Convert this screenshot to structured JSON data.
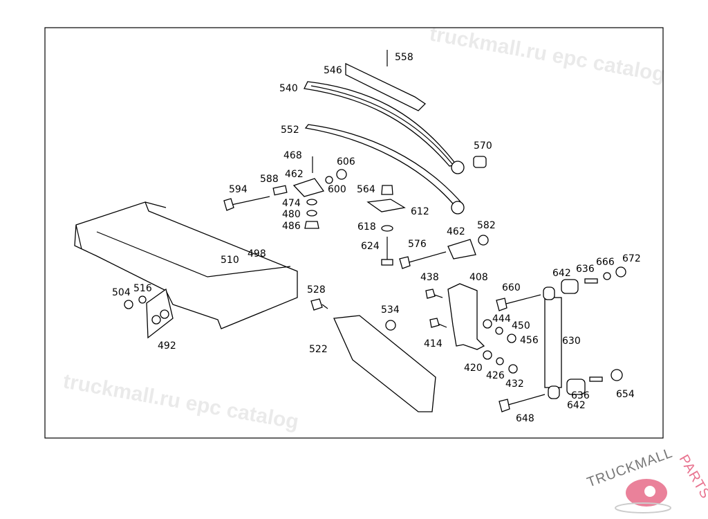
{
  "diagram": {
    "callouts": [
      "558",
      "546",
      "540",
      "552",
      "570",
      "468",
      "606",
      "462",
      "588",
      "594",
      "600",
      "564",
      "612",
      "474",
      "480",
      "486",
      "618",
      "462",
      "582",
      "624",
      "576",
      "510",
      "498",
      "642",
      "636",
      "666",
      "672",
      "438",
      "408",
      "660",
      "528",
      "504",
      "516",
      "534",
      "444",
      "450",
      "456",
      "630",
      "414",
      "492",
      "522",
      "420",
      "426",
      "432",
      "636",
      "654",
      "642",
      "648"
    ]
  },
  "watermark": {
    "text": "truckmall.ru epc catalog"
  },
  "logo": {
    "text_dark": "TRUCKMALL",
    "text_accent": "PARTS",
    "accent_color": "#e8738f",
    "dark_color": "#777777"
  }
}
